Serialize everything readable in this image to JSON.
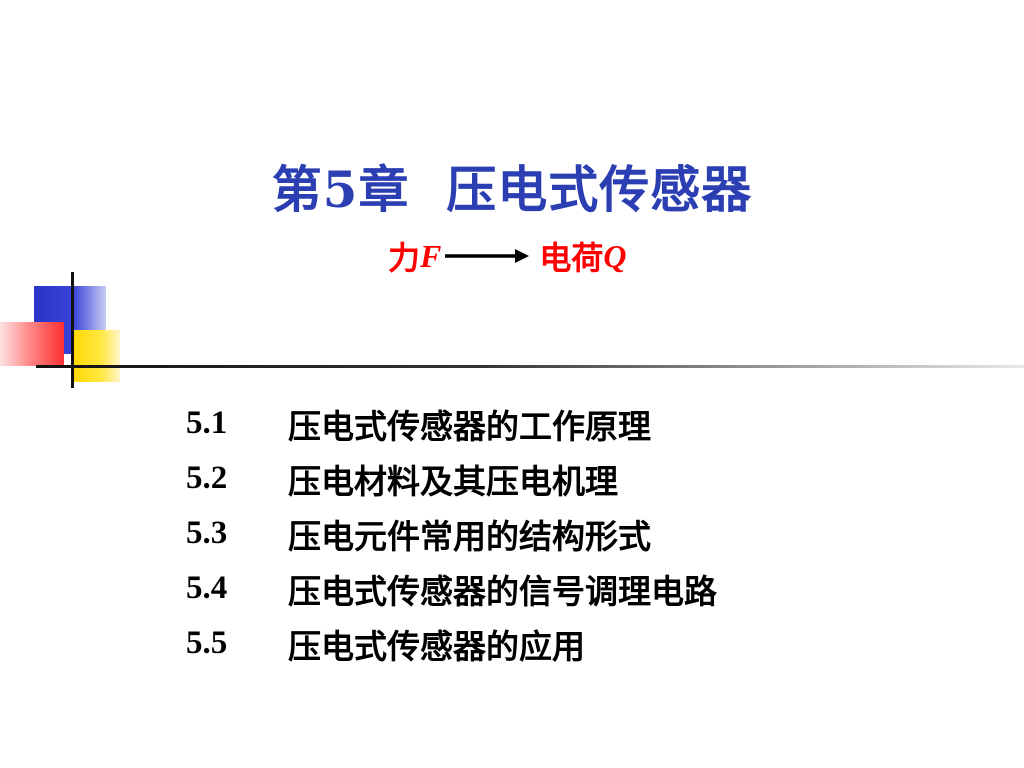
{
  "slide": {
    "title": "第5章  压电式传感器",
    "subtitle": {
      "force_label": "力",
      "force_var": "F",
      "charge_label": "电荷",
      "charge_var": "Q"
    },
    "toc": [
      {
        "number": "5.1",
        "text": "压电式传感器的工作原理"
      },
      {
        "number": "5.2",
        "text": "压电材料及其压电机理"
      },
      {
        "number": "5.3",
        "text": "压电元件常用的结构形式"
      },
      {
        "number": "5.4",
        "text": "压电式传感器的信号调理电路"
      },
      {
        "number": "5.5",
        "text": "压电式传感器的应用"
      }
    ]
  },
  "colors": {
    "title": "#2b3fb3",
    "subtitle": "#ff0000",
    "text": "#000000",
    "deco_blue": "#2a33c8",
    "deco_yellow": "#ffd800",
    "deco_red": "#ff3030"
  },
  "icons": {
    "arrow": "right-arrow-icon"
  }
}
